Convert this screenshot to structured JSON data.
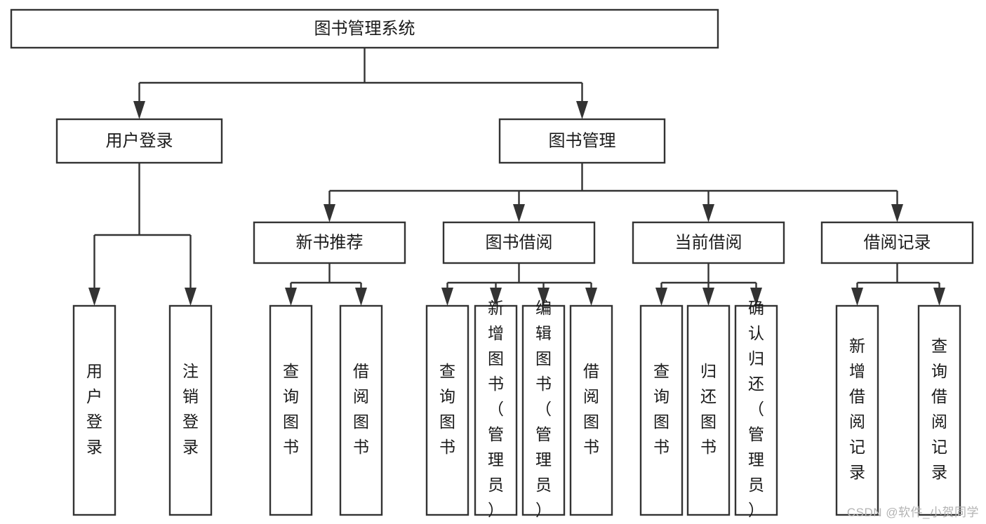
{
  "diagram": {
    "title": "图书管理系统",
    "type": "tree-hierarchy-chart",
    "orientation": "top-down",
    "colors": {
      "box_stroke": "#333333",
      "box_fill": "#ffffff",
      "text": "#1a1a1a",
      "connector": "#333333",
      "watermark": "#b3b3b3",
      "background": "#ffffff"
    },
    "root": {
      "label": "图书管理系统",
      "text_direction": "horizontal"
    },
    "level2": [
      {
        "label": "用户登录",
        "text_direction": "horizontal"
      },
      {
        "label": "图书管理",
        "text_direction": "horizontal"
      }
    ],
    "level3": [
      {
        "label": "新书推荐",
        "text_direction": "horizontal",
        "parent": "图书管理"
      },
      {
        "label": "图书借阅",
        "text_direction": "horizontal",
        "parent": "图书管理"
      },
      {
        "label": "当前借阅",
        "text_direction": "horizontal",
        "parent": "图书管理"
      },
      {
        "label": "借阅记录",
        "text_direction": "horizontal",
        "parent": "图书管理"
      }
    ],
    "leaves": {
      "用户登录": [
        {
          "label": "用户登录",
          "text_direction": "vertical"
        },
        {
          "label": "注销登录",
          "text_direction": "vertical"
        }
      ],
      "新书推荐": [
        {
          "label": "查询图书",
          "text_direction": "vertical"
        },
        {
          "label": "借阅图书",
          "text_direction": "vertical"
        }
      ],
      "图书借阅": [
        {
          "label": "查询图书",
          "text_direction": "vertical"
        },
        {
          "label": "新增图书（管理员）",
          "text_direction": "vertical"
        },
        {
          "label": "编辑图书（管理员）",
          "text_direction": "vertical"
        },
        {
          "label": "借阅图书",
          "text_direction": "vertical"
        }
      ],
      "当前借阅": [
        {
          "label": "查询图书",
          "text_direction": "vertical"
        },
        {
          "label": "归还图书",
          "text_direction": "vertical"
        },
        {
          "label": "确认归还（管理员）",
          "text_direction": "vertical"
        }
      ],
      "借阅记录": [
        {
          "label": "新增借阅记录",
          "text_direction": "vertical"
        },
        {
          "label": "查询借阅记录",
          "text_direction": "vertical"
        }
      ]
    }
  },
  "watermark": {
    "text": "CSDN @软件_小贺同学"
  }
}
